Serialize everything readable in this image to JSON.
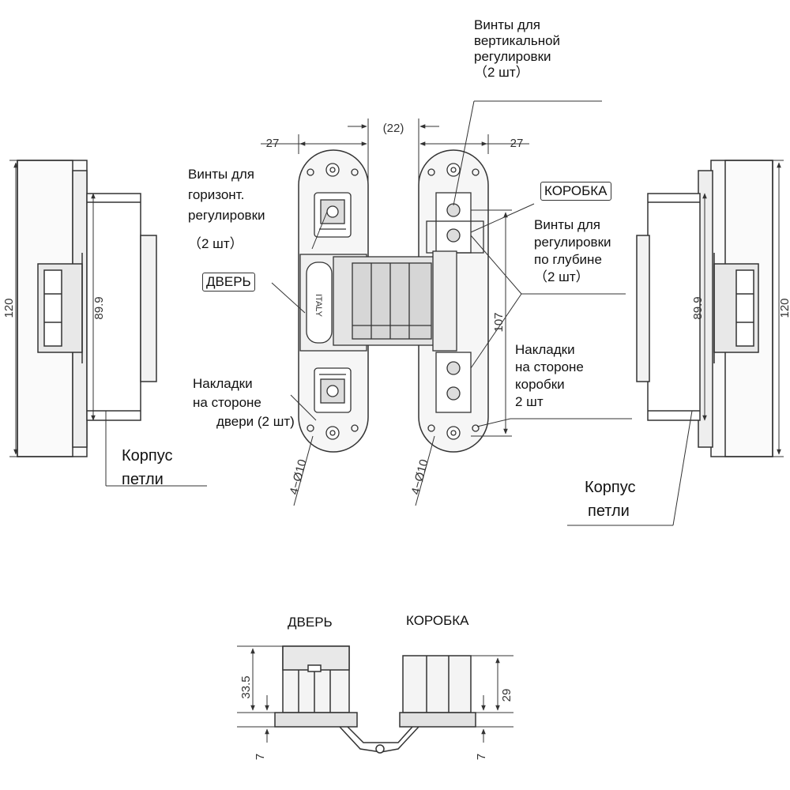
{
  "labels": {
    "vertical_screws": [
      "Винты для",
      "вертикальной",
      "регулировки",
      "（2 шт）"
    ],
    "horizontal_screws": [
      "Винты для",
      "горизонт.",
      "регулировки",
      "（2 шт）"
    ],
    "depth_screws": [
      "Винты для",
      "регулировки",
      "по глубине",
      "（2 шт）"
    ],
    "door_plates": [
      "Накладки",
      "на стороне",
      "двери (2 шт)"
    ],
    "frame_plates": [
      "Накладки",
      "на стороне",
      "коробки",
      "2 шт"
    ],
    "body_left": [
      "Корпус",
      "петли"
    ],
    "body_right": [
      "Корпус",
      "петли"
    ],
    "door_box": "ДВЕРЬ",
    "frame_box": "КОРОБКА",
    "door_bottom": "ДВЕРЬ",
    "frame_bottom": "КОРОБКА",
    "brand": "ITALY"
  },
  "dimensions": {
    "w_left": "27",
    "w_right": "27",
    "gap": "(22)",
    "h_left": "120",
    "h_left_inner": "89.9",
    "h_right": "120",
    "h_right_inner": "89.9",
    "h_mid": "107",
    "holes_left": "4−Ø10",
    "holes_right": "4−Ø10",
    "depth_door": "33.5",
    "depth_frame": "29",
    "off_left": "7",
    "off_right": "7"
  }
}
